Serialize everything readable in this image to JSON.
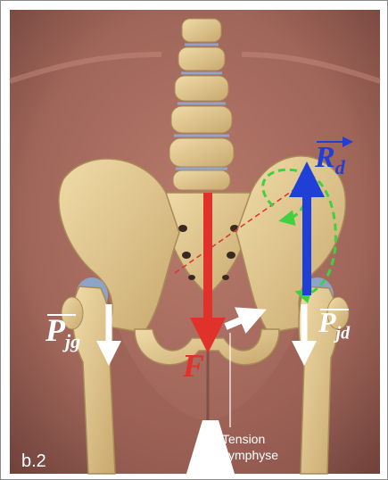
{
  "figure": {
    "panel_label": "b.2",
    "caption_lines": [
      "Tension",
      "symphyse"
    ]
  },
  "forces": {
    "reaction": {
      "label": "R",
      "subscript": "d",
      "color": "#1f3fd6"
    },
    "weight": {
      "label": "F",
      "color": "#e0312b"
    },
    "joint_left": {
      "label": "P",
      "subscript": "jg",
      "color": "#ffffff"
    },
    "joint_right": {
      "label": "P",
      "subscript": "jd",
      "color": "#ffffff"
    }
  },
  "colors": {
    "skin": "#a86a5c",
    "skin_dark": "#7a4a42",
    "bone": "#ddc48c",
    "bone_shade": "#b89a62",
    "moment_arc": "#3fd13f",
    "lever_line": "#e0312b"
  }
}
